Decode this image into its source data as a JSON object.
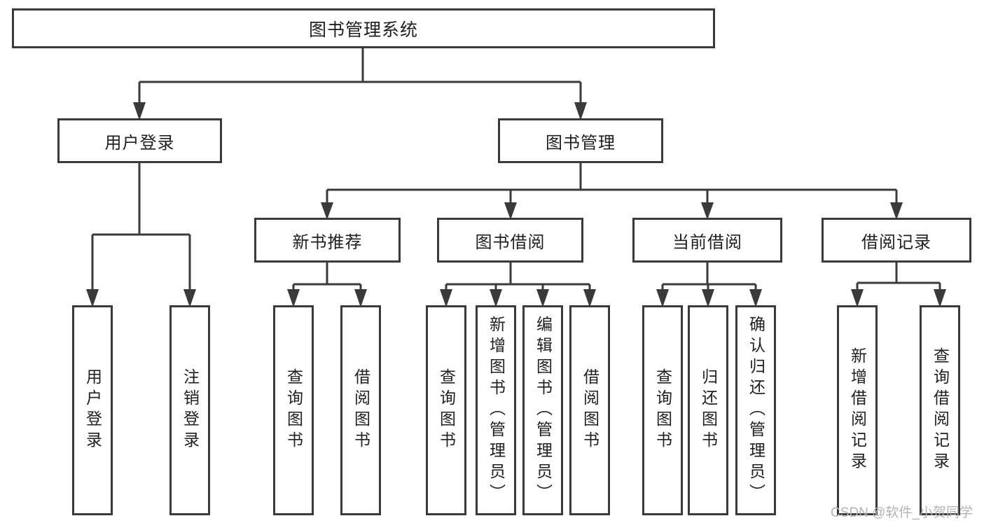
{
  "colors": {
    "line": "#3a3a3a",
    "text": "#1f1f1f",
    "background": "#ffffff",
    "watermark": "#b3b3b3"
  },
  "tree": {
    "label": "图书管理系统",
    "children": [
      {
        "label": "用户登录",
        "children": [
          {
            "label": "用户登录"
          },
          {
            "label": "注销登录"
          }
        ]
      },
      {
        "label": "图书管理",
        "children": [
          {
            "label": "新书推荐",
            "children": [
              {
                "label": "查询图书"
              },
              {
                "label": "借阅图书"
              }
            ]
          },
          {
            "label": "图书借阅",
            "children": [
              {
                "label": "查询图书"
              },
              {
                "label": "新增图书（管理员）"
              },
              {
                "label": "编辑图书（管理员）"
              },
              {
                "label": "借阅图书"
              }
            ]
          },
          {
            "label": "当前借阅",
            "children": [
              {
                "label": "查询图书"
              },
              {
                "label": "归还图书"
              },
              {
                "label": "确认归还（管理员）"
              }
            ]
          },
          {
            "label": "借阅记录",
            "children": [
              {
                "label": "新增借阅记录"
              },
              {
                "label": "查询借阅记录"
              }
            ]
          }
        ]
      }
    ]
  },
  "watermark": "CSDN @软件_小贺同学"
}
